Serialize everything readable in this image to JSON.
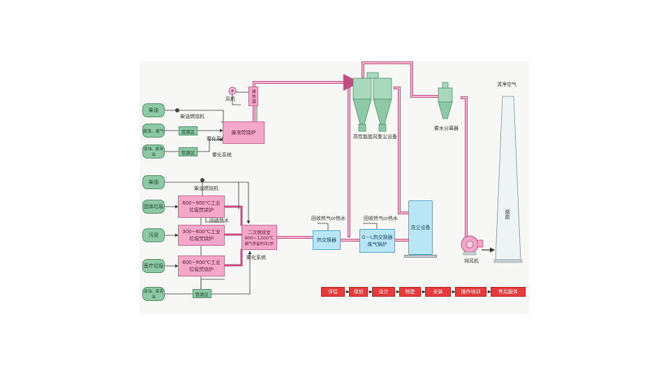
{
  "sources": {
    "top": [
      "柴油",
      "废液、废气",
      "废油、废液油"
    ],
    "bottom": [
      "柴油",
      "固体垃圾",
      "污泥",
      "医疗垃圾",
      "废油、废液油"
    ]
  },
  "labels": {
    "fan": "风机",
    "heat_exchanger_top": "换热器",
    "diesel_burner_top": "柴油燃烧机",
    "pipe_zone_1": "管路区",
    "pipe_zone_2": "管路区",
    "pipe_zone_3": "管路区",
    "atomize_1": "雾化系统",
    "atomize_2": "雾化系统",
    "atomize_3": "雾化系统",
    "waste_liquid_furnace": "废液焚烧炉",
    "diesel_burner_bottom": "柴油燃烧机",
    "furnace_1_line1": "600~900℃工业",
    "furnace_1_line2": "垃圾焚烧炉",
    "furnace_2_line1": "300~600℃工业",
    "furnace_2_line2": "垃圾焚烧炉",
    "furnace_3_line1": "600~900℃工业",
    "furnace_3_line2": "垃圾焚烧炉",
    "recover_water": "回收热水",
    "secondary_line1": "二次燃烧室",
    "secondary_line2": "900~1200℃",
    "secondary_line3": "烟气停留时间2秒",
    "recover_1": "回收热气or热水",
    "recover_2": "回收热气or热水",
    "heat_exchanger": "热交换器",
    "gl_line1": "G－L热交换器",
    "gl_line2": "废气锅炉",
    "scrubber": "洗尘设备",
    "cyclone": "高性能旋风集尘设备",
    "mist_separator": "雾水分离器",
    "clean_air": "清净空气",
    "chimney": "烟囱",
    "exhaust_fan": "排风机"
  },
  "process_steps": [
    "评估",
    "规划",
    "设计",
    "制造",
    "安装",
    "操作培训",
    "售后服务"
  ],
  "colors": {
    "pipe": "#f07aa8",
    "pipe_edge": "#c24e80",
    "tank": "#8cc9a4",
    "furnace": "#f4a7c8",
    "exchanger": "#b9e6f7",
    "step": "#e83a3a",
    "line": "#333333"
  }
}
